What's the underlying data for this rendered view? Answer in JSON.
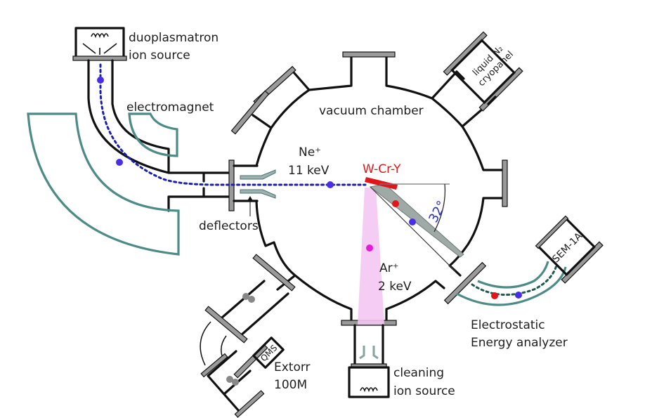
{
  "labels": {
    "ion_source": [
      "duoplasmatron",
      "ion source"
    ],
    "electromagnet": "electromagnet",
    "vacuum_chamber": "vacuum chamber",
    "cryopanel": [
      "liquid N₂",
      "cryopanel"
    ],
    "ne_ion": "Ne⁺",
    "ne_energy": "11 keV",
    "target": "W-Cr-Y",
    "angle": "32°",
    "deflectors": "deflectors",
    "ar_ion": "Ar⁺",
    "ar_energy": "2 keV",
    "detector": "SEM-1A",
    "analyzer": [
      "Electrostatic",
      "Energy analyzer"
    ],
    "cleaning_source": [
      "cleaning",
      "ion source"
    ],
    "qms": "QMS",
    "extorr": [
      "Extorr",
      "100M"
    ]
  },
  "colors": {
    "ne_beam": "#1a1fb0",
    "ne_particle": "#4a2ee6",
    "ar_beam": "#f4c6f2",
    "ar_particle": "#e61bd6",
    "target": "#e0161b",
    "scattered_particle": "#e0161b",
    "magnet": "#4d8b87",
    "flange": "#9a9a9a",
    "angle_text": "#2a2fb8",
    "analyzer_beam": "#1f5a50"
  },
  "icons": {
    "filament": "coil-filament-icon",
    "gas_cloud": "gas-molecule-icon"
  }
}
